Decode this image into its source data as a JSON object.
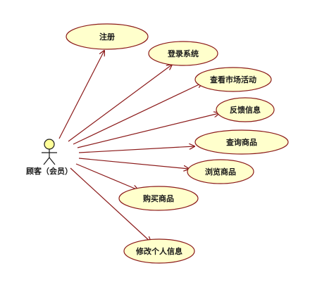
{
  "actor": {
    "label": "顾客（会员）"
  },
  "use_cases": [
    {
      "id": "register",
      "label": "注册"
    },
    {
      "id": "login",
      "label": "登录系统"
    },
    {
      "id": "market",
      "label": "查看市场活动"
    },
    {
      "id": "feedback",
      "label": "反馈信息"
    },
    {
      "id": "query",
      "label": "查询商品"
    },
    {
      "id": "browse",
      "label": "浏览商品"
    },
    {
      "id": "buy",
      "label": "购买商品"
    },
    {
      "id": "modify",
      "label": "修改个人信息"
    }
  ],
  "colors": {
    "ellipse_fill": "#ffffcc",
    "ellipse_stroke": "#8b1a1a",
    "line": "#8b1a1a",
    "actor_fill": "#ffff99"
  }
}
